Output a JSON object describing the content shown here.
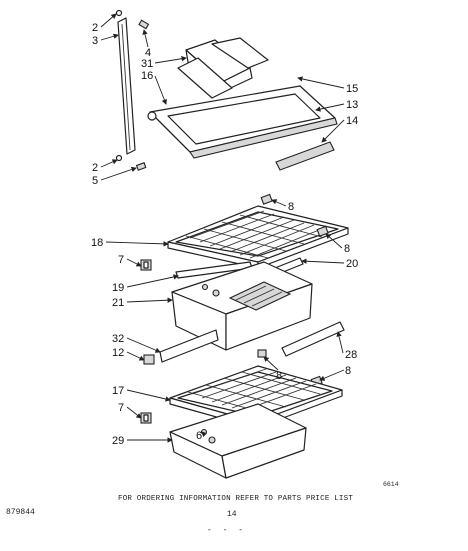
{
  "callouts": {
    "c2_top": "2",
    "c3": "3",
    "c4": "4",
    "c31": "31",
    "c16": "16",
    "c15": "15",
    "c13": "13",
    "c14": "14",
    "c2_bottom": "2",
    "c5": "5",
    "c8_a": "8",
    "c18": "18",
    "c8_b": "8",
    "c7_a": "7",
    "c20": "20",
    "c19": "19",
    "c21": "21",
    "c32": "32",
    "c12": "12",
    "c28": "28",
    "c8_c": "8",
    "c8_d": "8",
    "c17": "17",
    "c7_b": "7",
    "c6": "6",
    "c29": "29"
  },
  "footer": {
    "note": "FOR ORDERING INFORMATION REFER TO PARTS PRICE LIST",
    "code": "879844",
    "page": "14",
    "diagram_id": "6614",
    "dashes": "- - -"
  }
}
